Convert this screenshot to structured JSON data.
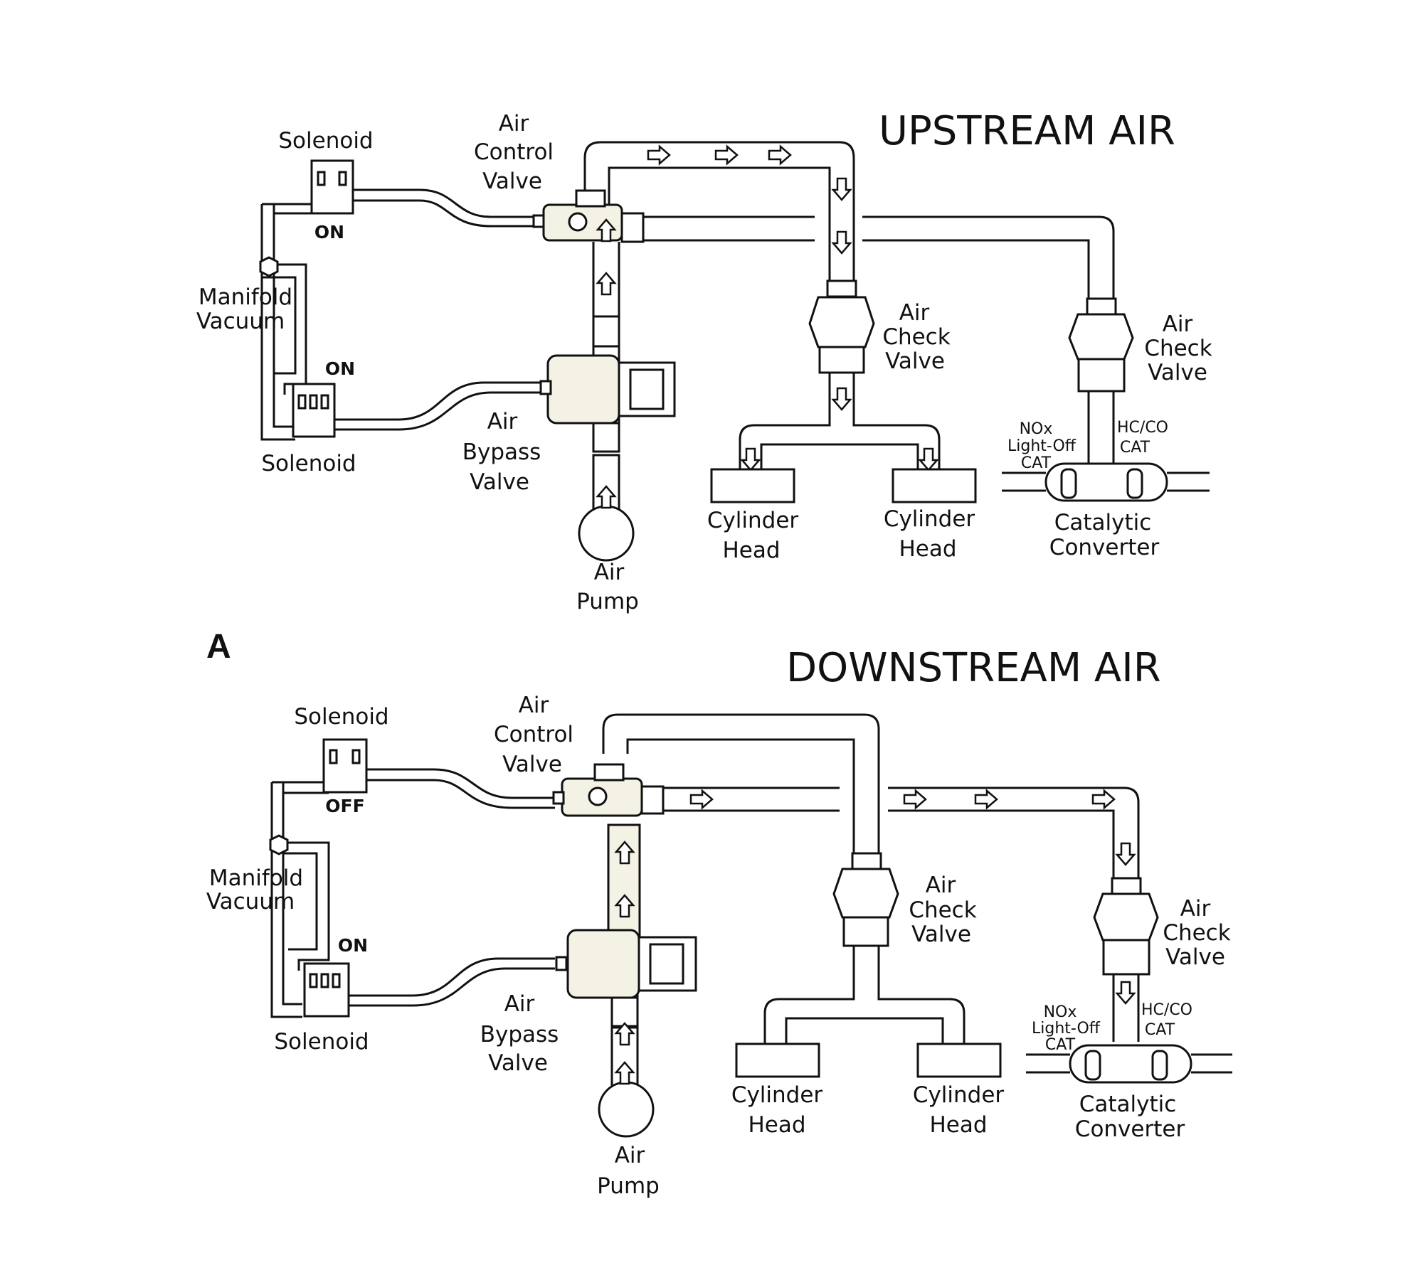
{
  "panel_letter": "A",
  "upstream": {
    "title": "UPSTREAM AIR",
    "solenoid_top": {
      "label": "Solenoid",
      "state": "ON"
    },
    "solenoid_bottom": {
      "label": "Solenoid",
      "state": "ON"
    },
    "manifold_vacuum": [
      "Manifold",
      "Vacuum"
    ],
    "air_control_valve": [
      "Air",
      "Control",
      "Valve"
    ],
    "air_bypass_valve": [
      "Air",
      "Bypass",
      "Valve"
    ],
    "air_pump": [
      "Air",
      "Pump"
    ],
    "air_check_valve_left": [
      "Air",
      "Check",
      "Valve"
    ],
    "air_check_valve_right": [
      "Air",
      "Check",
      "Valve"
    ],
    "cylinder_head_left": [
      "Cylinder",
      "Head"
    ],
    "cylinder_head_right": [
      "Cylinder",
      "Head"
    ],
    "nox_cat": [
      "NOx",
      "Light-Off",
      "CAT"
    ],
    "hcco_cat": [
      "HC/CO",
      "CAT"
    ],
    "catalytic_converter": [
      "Catalytic",
      "Converter"
    ]
  },
  "downstream": {
    "title": "DOWNSTREAM AIR",
    "solenoid_top": {
      "label": "Solenoid",
      "state": "OFF"
    },
    "solenoid_bottom": {
      "label": "Solenoid",
      "state": "ON"
    },
    "manifold_vacuum": [
      "Manifold",
      "Vacuum"
    ],
    "air_control_valve": [
      "Air",
      "Control",
      "Valve"
    ],
    "air_bypass_valve": [
      "Air",
      "Bypass",
      "Valve"
    ],
    "air_pump": [
      "Air",
      "Pump"
    ],
    "air_check_valve_left": [
      "Air",
      "Check",
      "Valve"
    ],
    "air_check_valve_right": [
      "Air",
      "Check",
      "Valve"
    ],
    "cylinder_head_left": [
      "Cylinder",
      "Head"
    ],
    "cylinder_head_right": [
      "Cylinder",
      "Head"
    ],
    "nox_cat": [
      "NOx",
      "Light-Off",
      "CAT"
    ],
    "hcco_cat": [
      "HC/CO",
      "CAT"
    ],
    "catalytic_converter": [
      "Catalytic",
      "Converter"
    ]
  }
}
